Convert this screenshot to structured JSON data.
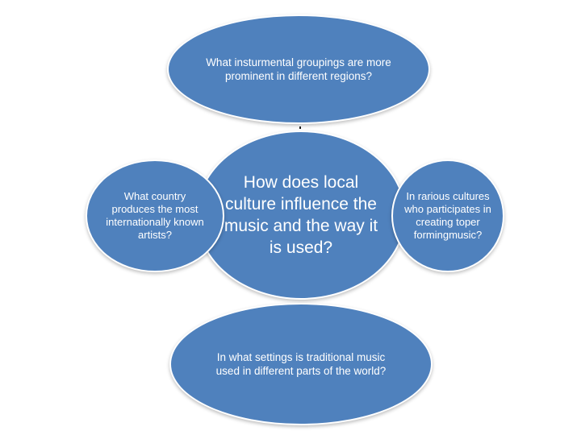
{
  "diagram": {
    "center": "How does local culture influence the music and the way it is used?",
    "top": "What insturmental groupings are more prominent in different regions?",
    "left": "What country produces the most internationally known artists?",
    "right": "In rarious cultures who participates in creating toper formingmusic?",
    "bottom": "In what settings is traditional  music used in different parts of the world?"
  },
  "colors": {
    "node_fill": "#4f81bd",
    "node_border": "#ffffff",
    "text": "#ffffff"
  }
}
